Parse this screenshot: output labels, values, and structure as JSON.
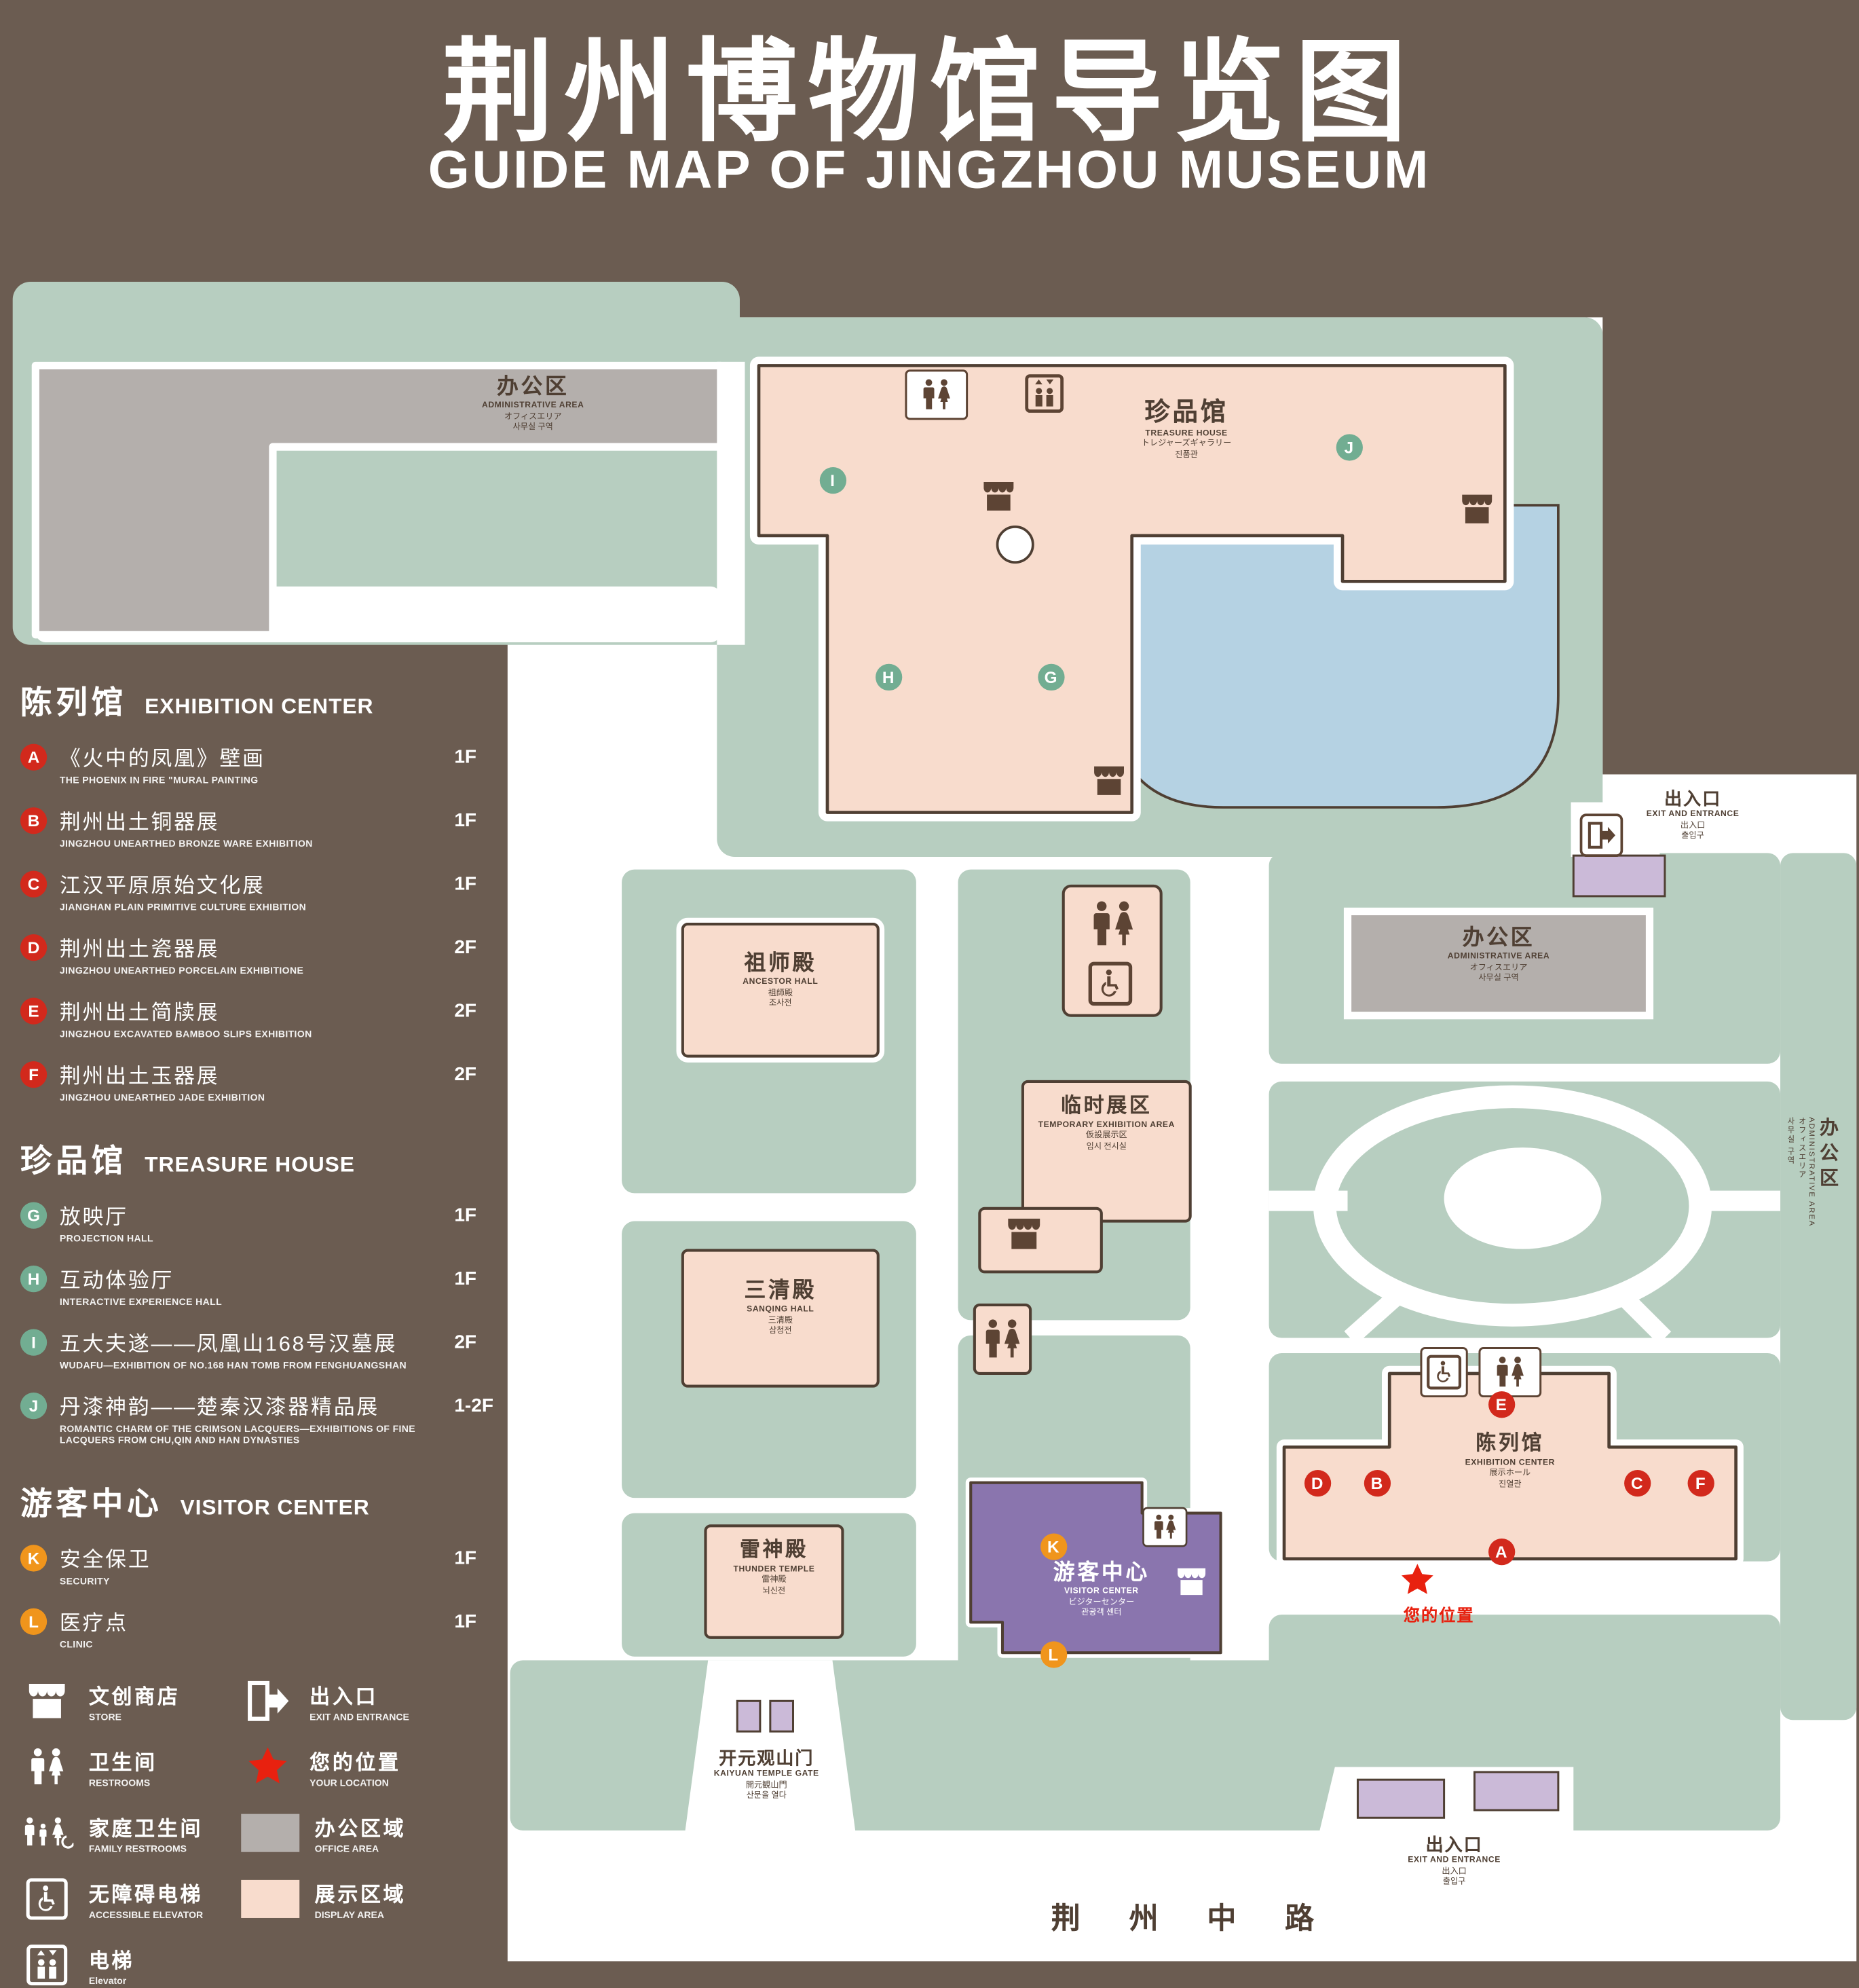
{
  "title": {
    "zh": "荆州博物馆导览图",
    "en": "GUIDE MAP OF JINGZHOU MUSEUM"
  },
  "colors": {
    "background": "#6b5c51",
    "grounds_green": "#b7cec0",
    "display_pink": "#f8dccd",
    "office_gray": "#b4afac",
    "lake_blue": "#b5d2e3",
    "visitor_purple": "#8a75ae",
    "marker_red": "#d2291c",
    "marker_green": "#72ad92",
    "marker_orange": "#f0951c",
    "location_red": "#e8210f",
    "outline_brown": "#4f3f33"
  },
  "legend": {
    "sections": [
      {
        "zh": "陈列馆",
        "en": "EXHIBITION CENTER",
        "items": [
          {
            "letter": "A",
            "zh": "《火中的凤凰》壁画",
            "en": "THE PHOENIX IN FIRE \"MURAL PAINTING",
            "floor": "1F"
          },
          {
            "letter": "B",
            "zh": "荆州出土铜器展",
            "en": "JINGZHOU UNEARTHED BRONZE WARE EXHIBITION",
            "floor": "1F"
          },
          {
            "letter": "C",
            "zh": "江汉平原原始文化展",
            "en": "JIANGHAN PLAIN PRIMITIVE CULTURE EXHIBITION",
            "floor": "1F"
          },
          {
            "letter": "D",
            "zh": "荆州出土瓷器展",
            "en": "JINGZHOU UNEARTHED PORCELAIN EXHIBITIONE",
            "floor": "2F"
          },
          {
            "letter": "E",
            "zh": "荆州出土简牍展",
            "en": "JINGZHOU EXCAVATED BAMBOO SLIPS EXHIBITION",
            "floor": "2F"
          },
          {
            "letter": "F",
            "zh": "荆州出土玉器展",
            "en": "JINGZHOU UNEARTHED JADE EXHIBITION",
            "floor": "2F"
          }
        ]
      },
      {
        "zh": "珍品馆",
        "en": "TREASURE HOUSE",
        "items": [
          {
            "letter": "G",
            "zh": "放映厅",
            "en": "PROJECTION HALL",
            "floor": "1F"
          },
          {
            "letter": "H",
            "zh": "互动体验厅",
            "en": "INTERACTIVE EXPERIENCE HALL",
            "floor": "1F"
          },
          {
            "letter": "I",
            "zh": "五大夫遂——凤凰山168号汉墓展",
            "en": "WUDAFU—EXHIBITION OF NO.168 HAN TOMB FROM FENGHUANGSHAN",
            "floor": "2F"
          },
          {
            "letter": "J",
            "zh": "丹漆神韵——楚秦汉漆器精品展",
            "en": "ROMANTIC CHARM OF THE CRIMSON LACQUERS—EXHIBITIONS OF FINE LACQUERS FROM CHU,QIN AND HAN DYNASTIES",
            "floor": "1-2F"
          }
        ]
      },
      {
        "zh": "游客中心",
        "en": "VISITOR CENTER",
        "items": [
          {
            "letter": "K",
            "zh": "安全保卫",
            "en": "SECURITY",
            "floor": "1F"
          },
          {
            "letter": "L",
            "zh": "医疗点",
            "en": "CLINIC",
            "floor": "1F"
          }
        ]
      }
    ],
    "symbols": [
      {
        "icon": "store-icon",
        "zh": "文创商店",
        "en": "STORE"
      },
      {
        "icon": "exit-icon",
        "zh": "出入口",
        "en": "EXIT AND ENTRANCE"
      },
      {
        "icon": "restroom-icon",
        "zh": "卫生间",
        "en": "RESTROOMS"
      },
      {
        "icon": "location-star-icon",
        "zh": "您的位置",
        "en": "YOUR LOCATION"
      },
      {
        "icon": "family-restroom-icon",
        "zh": "家庭卫生间",
        "en": "FAMILY RESTROOMS"
      },
      {
        "icon": "office-swatch",
        "zh": "办公区域",
        "en": "OFFICE AREA"
      },
      {
        "icon": "accessible-elevator-icon",
        "zh": "无障碍电梯",
        "en": "ACCESSIBLE ELEVATOR"
      },
      {
        "icon": "display-swatch",
        "zh": "展示区域",
        "en": "DISPLAY AREA"
      },
      {
        "icon": "elevator-icon",
        "zh": "电梯",
        "en": "Elevator"
      }
    ]
  },
  "map": {
    "buildings": {
      "admin_topleft": {
        "zh": "办公区",
        "en": "ADMINISTRATIVE AREA",
        "ja": "オフィスエリア",
        "ko": "사무실 구역"
      },
      "treasure_house": {
        "zh": "珍品馆",
        "en": "TREASURE HOUSE",
        "ja": "トレジャーズギャラリー",
        "ko": "진품관"
      },
      "admin_mid": {
        "zh": "办公区",
        "en": "ADMINISTRATIVE AREA",
        "ja": "オフィスエリア",
        "ko": "사무실 구역"
      },
      "admin_right": {
        "zh": "办公区",
        "en": "ADMINISTRATIVE AREA",
        "ja": "オフィスエリア",
        "ko": "사무실 구역"
      },
      "ancestor_hall": {
        "zh": "祖师殿",
        "en": "ANCESTOR HALL",
        "ja": "祖師殿",
        "ko": "조사전"
      },
      "temporary_exhibition": {
        "zh": "临时展区",
        "en": "TEMPORARY EXHIBITION AREA",
        "ja": "仮設展示区",
        "ko": "임시 전시실"
      },
      "sanqing_hall": {
        "zh": "三清殿",
        "en": "SANQING HALL",
        "ja": "三清殿",
        "ko": "삼청전"
      },
      "thunder_temple": {
        "zh": "雷神殿",
        "en": "THUNDER TEMPLE",
        "ja": "雷神殿",
        "ko": "뇌신전"
      },
      "exhibition_center": {
        "zh": "陈列馆",
        "en": "EXHIBITION CENTER",
        "ja": "展示ホール",
        "ko": "진열관"
      },
      "visitor_center": {
        "zh": "游客中心",
        "en": "VISITOR CENTER",
        "ja": "ビジターセンター",
        "ko": "관광객 센터"
      }
    },
    "labels": {
      "exit_top": {
        "zh": "出入口",
        "en": "EXIT AND ENTRANCE",
        "ja": "出入口",
        "ko": "출입구"
      },
      "exit_bottom": {
        "zh": "出入口",
        "en": "EXIT AND ENTRANCE",
        "ja": "出入口",
        "ko": "출입구"
      },
      "gate": {
        "zh": "开元观山门",
        "en": "KAIYUAN TEMPLE GATE",
        "ja": "開元観山門",
        "ko": "산문을 열다"
      },
      "your_location": "您的位置",
      "road": "荆 州 中 路"
    }
  }
}
